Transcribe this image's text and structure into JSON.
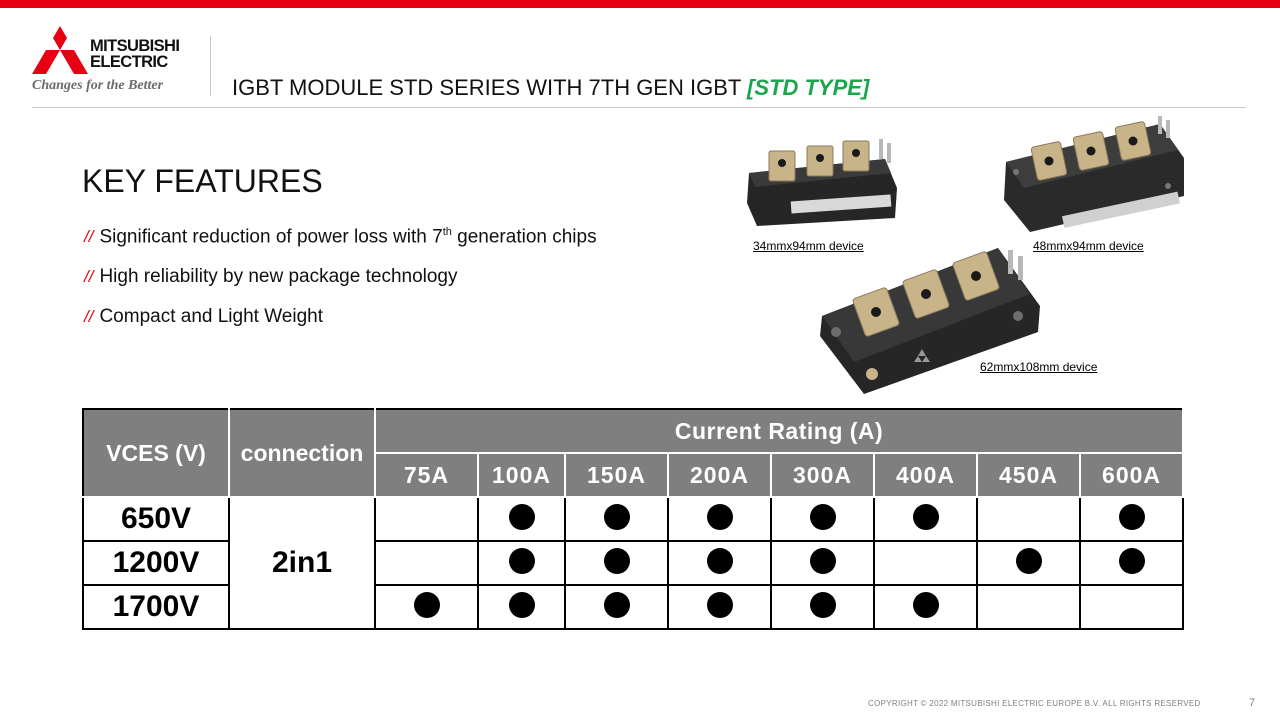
{
  "brand": {
    "name_line1": "MITSUBISHI",
    "name_line2": "ELECTRIC",
    "tagline": "Changes for the Better",
    "logo_icon": "three-diamonds-icon",
    "color": "#e60012"
  },
  "header": {
    "title": "IGBT MODULE STD SERIES WITH 7TH GEN IGBT ",
    "accent": "[STD TYPE]",
    "accent_color": "#1aa64b"
  },
  "key_features": {
    "title": "KEY FEATURES",
    "marker": "//",
    "items": [
      {
        "before": "Significant reduction of power loss with 7",
        "sup": "th",
        "after": " generation chips"
      },
      {
        "before": "High reliability by new package technology",
        "sup": "",
        "after": ""
      },
      {
        "before": "Compact and Light Weight",
        "sup": "",
        "after": ""
      }
    ]
  },
  "devices": [
    {
      "caption": "34mmx94mm device"
    },
    {
      "caption": "48mmx94mm device"
    },
    {
      "caption": "62mmx108mm device"
    }
  ],
  "table": {
    "vces_header": "VCES (V)",
    "connection_header": "connection",
    "group_header": "Current Rating (A)",
    "currents": [
      "75A",
      "100A",
      "150A",
      "200A",
      "300A",
      "400A",
      "450A",
      "600A"
    ],
    "connection_value": "2in1",
    "rows": [
      {
        "voltage": "650V",
        "available": [
          false,
          true,
          true,
          true,
          true,
          true,
          false,
          true
        ]
      },
      {
        "voltage": "1200V",
        "available": [
          false,
          true,
          true,
          true,
          true,
          false,
          true,
          true
        ]
      },
      {
        "voltage": "1700V",
        "available": [
          true,
          true,
          true,
          true,
          true,
          true,
          false,
          false
        ]
      }
    ],
    "header_bg": "#7f7f7f"
  },
  "footer": {
    "copyright": "COPYRIGHT  © 2022  MITSUBISHI  ELECTRIC  EUROPE  B.V.  ALL  RIGHTS  RESERVED",
    "page": "7"
  }
}
